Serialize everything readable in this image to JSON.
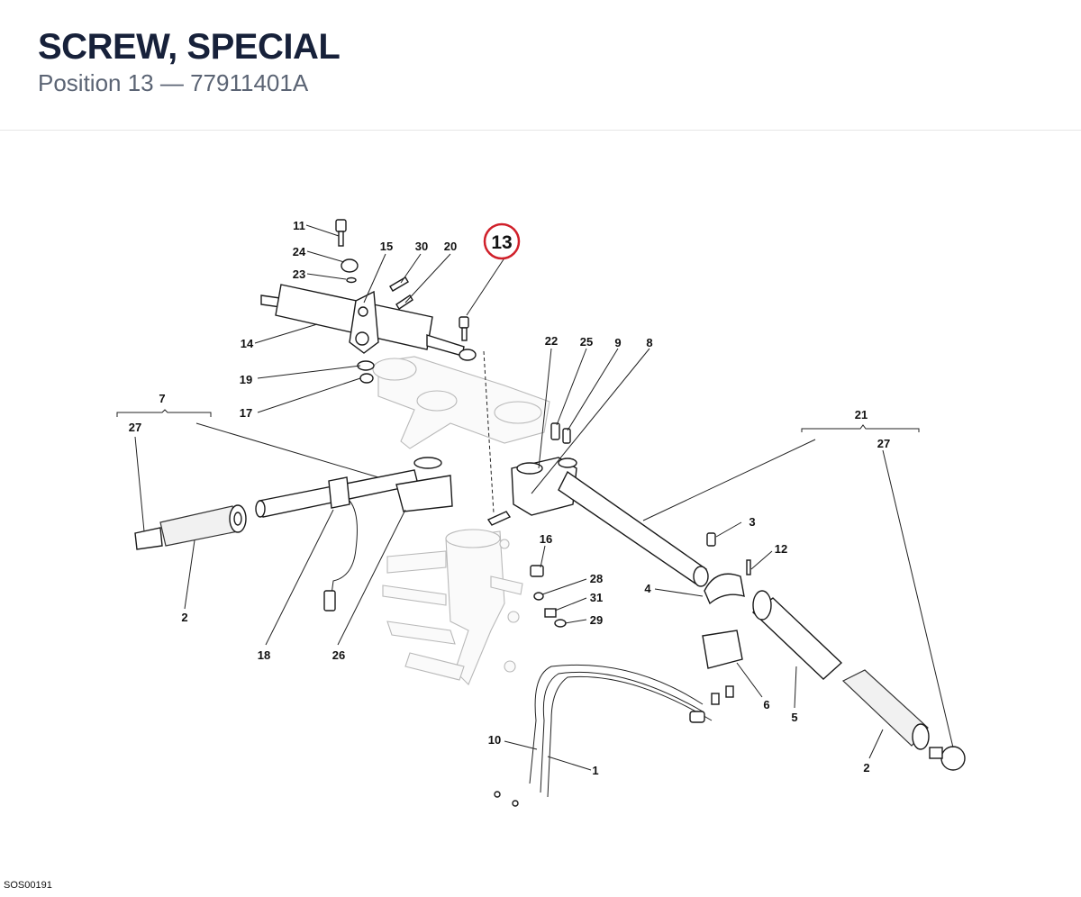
{
  "header": {
    "title": "SCREW, SPECIAL",
    "subtitle": "Position 13 — 77911401A"
  },
  "footer": {
    "code": "SOS00191"
  },
  "diagram": {
    "highlighted_callout": "13",
    "highlight_color": "#d0202a",
    "callouts": {
      "c11": "11",
      "c24": "24",
      "c23": "23",
      "c15": "15",
      "c30": "30",
      "c20": "20",
      "c14": "14",
      "c19": "19",
      "c17": "17",
      "c7": "7",
      "c27a": "27",
      "c2a": "2",
      "c18": "18",
      "c26": "26",
      "c22": "22",
      "c25": "25",
      "c9": "9",
      "c8": "8",
      "c21": "21",
      "c27b": "27",
      "c3": "3",
      "c12": "12",
      "c4": "4",
      "c16": "16",
      "c28": "28",
      "c31": "31",
      "c29": "29",
      "c6": "6",
      "c5": "5",
      "c2b": "2",
      "c10": "10",
      "c1": "1"
    }
  }
}
